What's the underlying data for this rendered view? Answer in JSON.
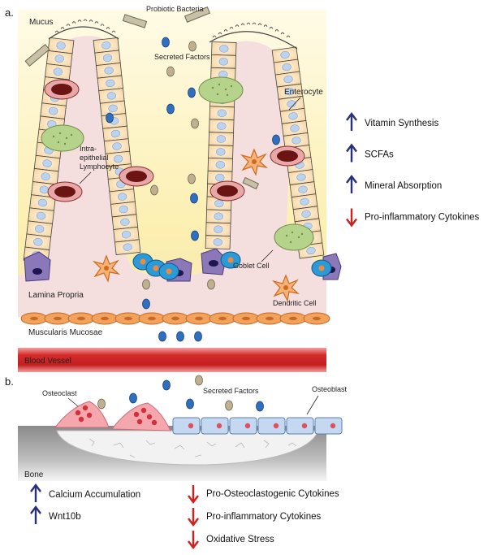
{
  "panel_a": {
    "panel_label": "a.",
    "labels": {
      "mucus": "Mucus",
      "probiotic_bacteria": "Probiotic Bacteria",
      "secreted_factors": "Secreted Factors",
      "enterocyte": "Enterocyte",
      "iel_line1": "Intra-",
      "iel_line2": "epithelial",
      "iel_line3": "Lymphocyte",
      "goblet_cell": "Goblet Cell",
      "dendritic_cell": "Dendritic Cell",
      "lamina_propria": "Lamina Propria",
      "muscularis_mucosae": "Muscularis Mucosae",
      "blood_vessel": "Blood Vessel"
    },
    "effects": [
      {
        "direction": "up",
        "label": "Vitamin Synthesis"
      },
      {
        "direction": "up",
        "label": "SCFAs"
      },
      {
        "direction": "up",
        "label": "Mineral Absorption"
      },
      {
        "direction": "down",
        "label": "Pro-inflammatory Cytokines"
      }
    ]
  },
  "panel_b": {
    "panel_label": "b.",
    "labels": {
      "osteoclast": "Osteoclast",
      "osteoblast": "Osteoblast",
      "secreted_factors": "Secreted Factors",
      "bone": "Bone"
    },
    "effects_left": [
      {
        "direction": "up",
        "label": "Calcium Accumulation"
      },
      {
        "direction": "up",
        "label": "Wnt10b"
      }
    ],
    "effects_right": [
      {
        "direction": "down",
        "label": "Pro-Osteoclastogenic Cytokines"
      },
      {
        "direction": "down",
        "label": "Pro-inflammatory Cytokines"
      },
      {
        "direction": "down",
        "label": "Oxidative Stress"
      }
    ]
  },
  "colors": {
    "up_arrow": "#2a2f7a",
    "down_arrow": "#d0201c",
    "mucus_yellow": "#fcefb0",
    "lamina_pink": "#f4dede",
    "blood_red": "#d42a2a",
    "muscle_orange": "#f2a25a",
    "bone_gray": "#777777",
    "secreted_blue": "#2f6fc0",
    "secreted_tan": "#bfb090",
    "osteoclast_pink": "#f4a7ad",
    "osteoblast_blue": "#c5d8f2"
  }
}
